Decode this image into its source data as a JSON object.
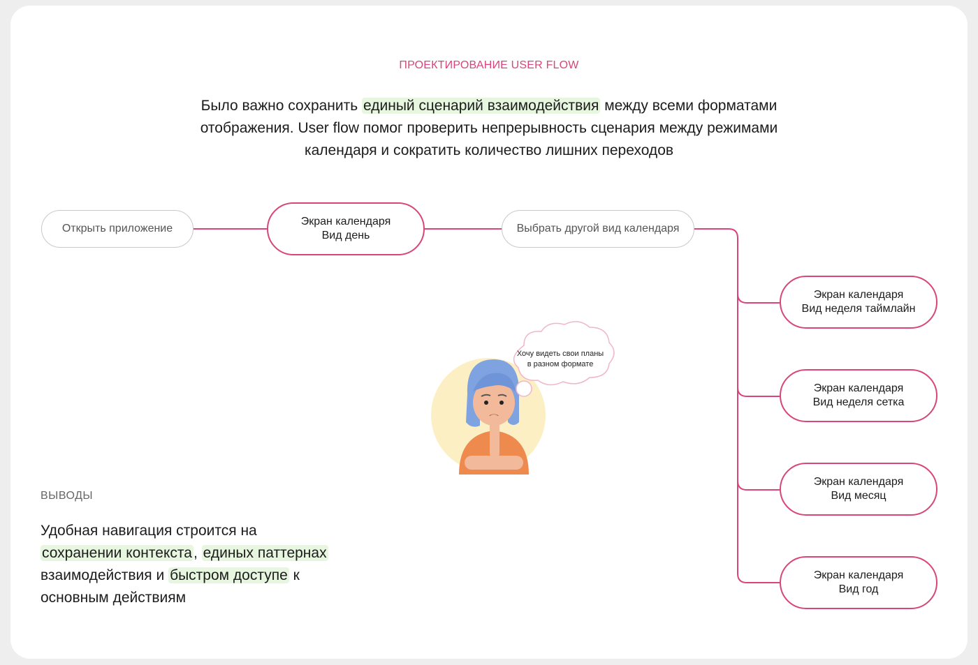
{
  "section_title": "ПРОЕКТИРОВАНИЕ USER FLOW",
  "lead": {
    "part1": "Было важно сохранить ",
    "highlight": "единый сценарий взаимодействия",
    "part2": " между всеми форматами отображения. User flow помог проверить непрерывность сценария между режимами календаря и сократить количество лишних переходов"
  },
  "flow": {
    "open_app": "Открыть приложение",
    "day_view": {
      "line1": "Экран календаря",
      "line2": "Вид день"
    },
    "choose_other": "Выбрать другой вид календаря",
    "week_timeline": {
      "line1": "Экран календаря",
      "line2": "Вид неделя таймлайн"
    },
    "week_grid": {
      "line1": "Экран календаря",
      "line2": "Вид неделя сетка"
    },
    "month": {
      "line1": "Экран календаря",
      "line2": "Вид месяц"
    },
    "year": {
      "line1": "Экран календаря",
      "line2": "Вид год"
    }
  },
  "thought": {
    "line1": "Хочу видеть свои планы",
    "line2": "в разном формате"
  },
  "conclusions": {
    "title": "ВЫВОДЫ",
    "t1": "Удобная навигация строится на ",
    "h1": "сохранении контекста",
    "t2": ", ",
    "h2": "единых паттернах",
    "t3": " взаимодействия и ",
    "h3": "быстром доступе",
    "t4": " к основным действиям"
  },
  "colors": {
    "accent": "#d7457a",
    "highlight": "#e7f6df",
    "avatar_bg": "#fbefc3"
  }
}
